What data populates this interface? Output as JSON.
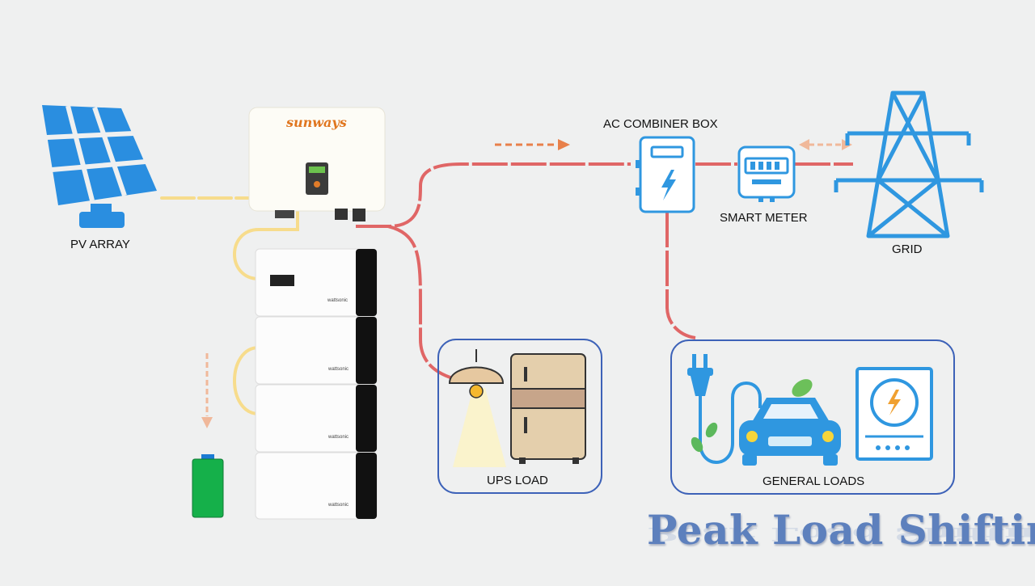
{
  "labels": {
    "pv_array": "PV ARRAY",
    "ac_combiner_box": "AC COMBINER BOX",
    "smart_meter": "SMART METER",
    "grid": "GRID",
    "ups_load": "UPS LOAD",
    "general_loads": "GENERAL LOADS"
  },
  "inverter": {
    "brand": "sunways"
  },
  "battery_brand": "wattsonic",
  "title": "Peak Load Shifting",
  "colors": {
    "ac_line": "#e06666",
    "dc_line": "#f7dc8c",
    "flow_arrow": "#e8804a",
    "icon_blue": "#2f97e0",
    "panel_blue": "#2a8ee0",
    "box_border": "#3d62b8",
    "battery_green": "#15b04a"
  },
  "icons": [
    "solar-panel-icon",
    "inverter-icon",
    "battery-stack-icon",
    "battery-icon",
    "lamp-icon",
    "refrigerator-icon",
    "combiner-box-icon",
    "smart-meter-icon",
    "transmission-tower-icon",
    "plug-icon",
    "car-icon",
    "induction-cooker-icon"
  ]
}
